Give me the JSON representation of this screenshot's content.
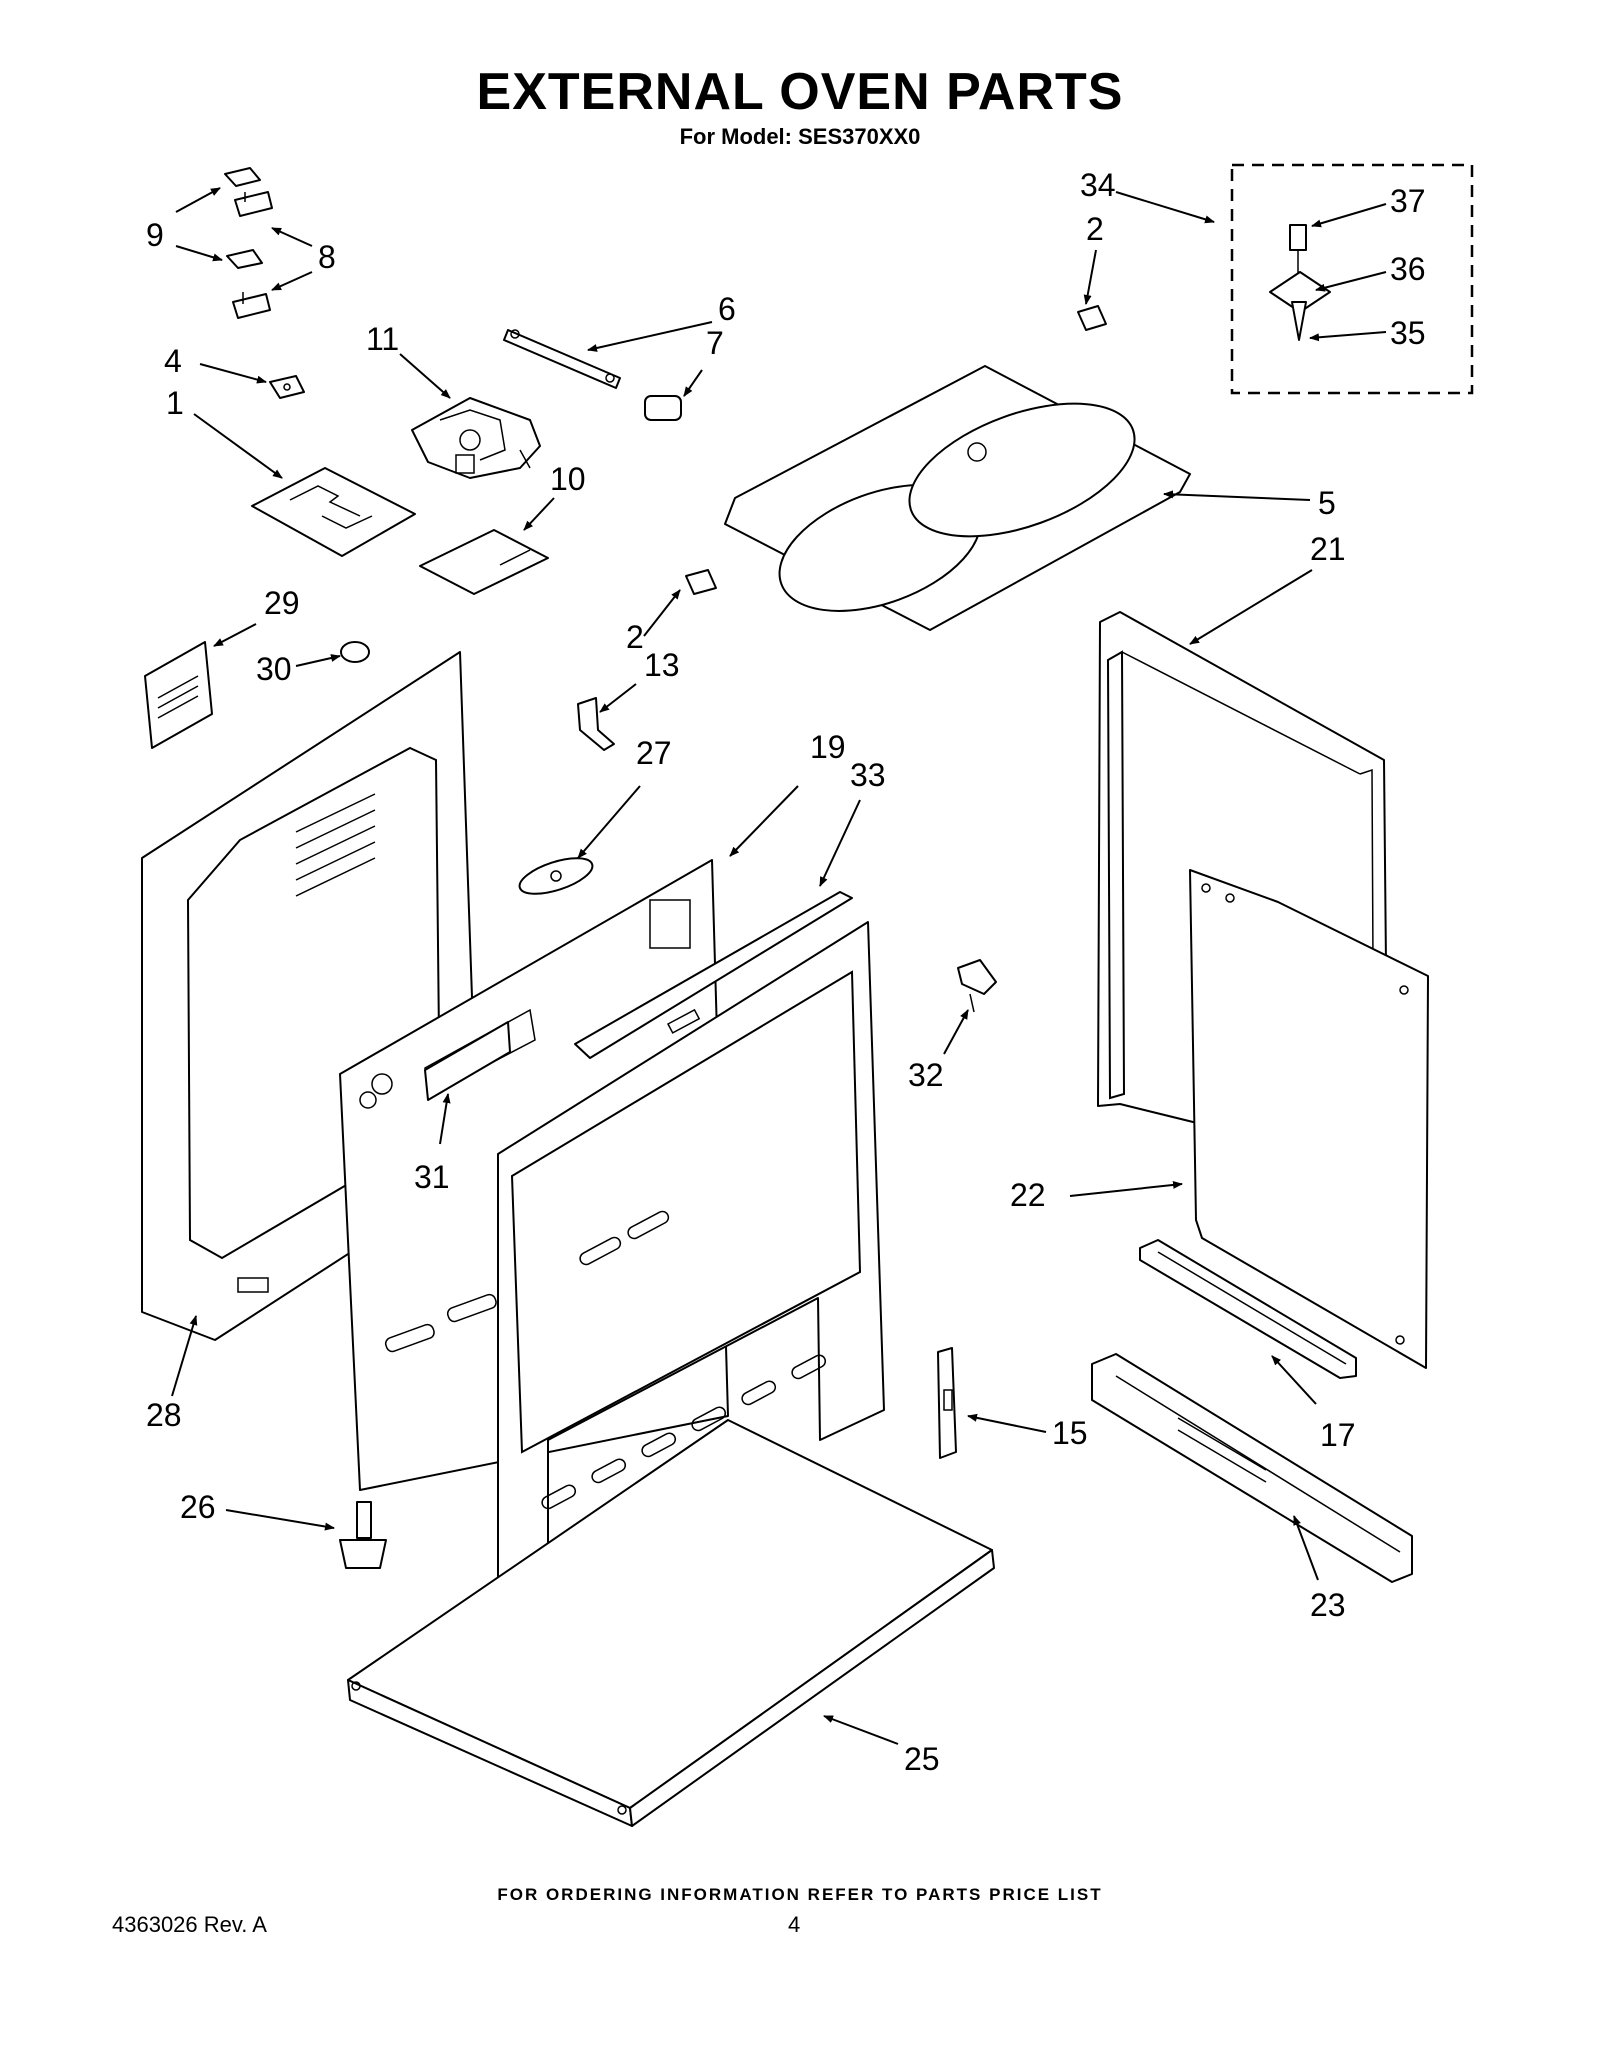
{
  "header": {
    "title": "EXTERNAL OVEN PARTS",
    "subtitle": "For Model: SES370XX0"
  },
  "callouts": {
    "c1": "1",
    "c2a": "2",
    "c2b": "2",
    "c4": "4",
    "c5": "5",
    "c6": "6",
    "c7": "7",
    "c8": "8",
    "c9": "9",
    "c10": "10",
    "c11": "11",
    "c13": "13",
    "c15": "15",
    "c17": "17",
    "c19": "19",
    "c21": "21",
    "c22": "22",
    "c23": "23",
    "c25": "25",
    "c26": "26",
    "c27": "27",
    "c28": "28",
    "c29": "29",
    "c30": "30",
    "c31": "31",
    "c32": "32",
    "c33": "33",
    "c34": "34",
    "c35": "35",
    "c36": "36",
    "c37": "37"
  },
  "footer": {
    "note": "FOR ORDERING INFORMATION REFER TO PARTS PRICE LIST",
    "doc_number": "4363026 Rev. A",
    "page_number": "4"
  }
}
